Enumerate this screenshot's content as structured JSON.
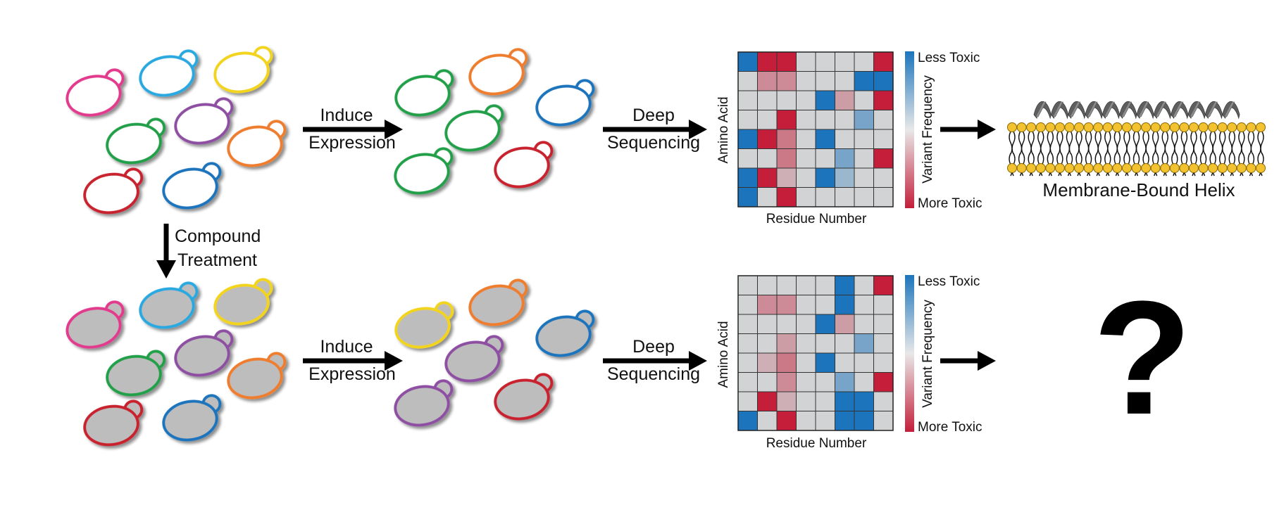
{
  "colors": {
    "pink": "#e23a8e",
    "cyan": "#2aa8e0",
    "yellow": "#f2d41c",
    "purple": "#8e4fa3",
    "green": "#22a04a",
    "orange": "#ef7d2d",
    "red": "#c8202f",
    "blue": "#1c75bc",
    "heat_blue": "#1c75bc",
    "heat_red": "#c41e3a",
    "heat_gray": "#d1d3d4",
    "cell_fill_treated": "#bdbdbd",
    "lipid_head": "#f2c230",
    "helix": "#8c8c8c"
  },
  "top_row": {
    "step1": {
      "line1": "Induce",
      "line2": "Expression"
    },
    "step2": {
      "line1": "Deep",
      "line2": "Sequencing"
    },
    "heatmap": {
      "ylabel": "Amino Acid",
      "xlabel": "Residue Number",
      "legend_title": "Variant Frequency",
      "legend_top": "Less Toxic",
      "legend_bottom": "More Toxic",
      "grid": [
        [
          1,
          -1,
          -1,
          0,
          0,
          0,
          0,
          -1
        ],
        [
          0,
          -0.4,
          -0.4,
          0,
          0,
          0,
          1,
          1
        ],
        [
          0,
          0,
          0,
          0,
          1,
          -0.3,
          0,
          -1
        ],
        [
          0,
          0,
          -1,
          0,
          0,
          0,
          0.5,
          0
        ],
        [
          1,
          -1,
          -0.5,
          0,
          1,
          0,
          0,
          0
        ],
        [
          0,
          0,
          -0.5,
          0,
          0,
          0.5,
          0,
          -1
        ],
        [
          1,
          -1,
          -0.2,
          0,
          1,
          0.3,
          0,
          0
        ],
        [
          1,
          0,
          -1,
          0,
          0,
          0,
          0,
          0
        ]
      ]
    },
    "outcome": "Membrane-Bound Helix"
  },
  "transition": {
    "line1": "Compound",
    "line2": "Treatment"
  },
  "bottom_row": {
    "step1": {
      "line1": "Induce",
      "line2": "Expression"
    },
    "step2": {
      "line1": "Deep",
      "line2": "Sequencing"
    },
    "heatmap": {
      "ylabel": "Amino Acid",
      "xlabel": "Residue Number",
      "legend_title": "Variant Frequency",
      "legend_top": "Less Toxic",
      "legend_bottom": "More Toxic",
      "grid": [
        [
          0,
          0,
          0,
          0,
          0,
          1,
          0,
          -1
        ],
        [
          0,
          -0.4,
          -0.4,
          0,
          0,
          1,
          0,
          0
        ],
        [
          0,
          0,
          0,
          0,
          1,
          -0.3,
          0,
          0
        ],
        [
          0,
          0,
          -0.3,
          0,
          0,
          0,
          0.5,
          0
        ],
        [
          0,
          -0.2,
          -0.5,
          0,
          1,
          0,
          0,
          0
        ],
        [
          0,
          0,
          -0.4,
          0,
          0,
          0.5,
          0,
          -1
        ],
        [
          0,
          -1,
          -0.2,
          0,
          0,
          1,
          1,
          0
        ],
        [
          1,
          0,
          -1,
          0,
          0,
          1,
          1,
          0
        ]
      ]
    },
    "outcome": "?"
  }
}
